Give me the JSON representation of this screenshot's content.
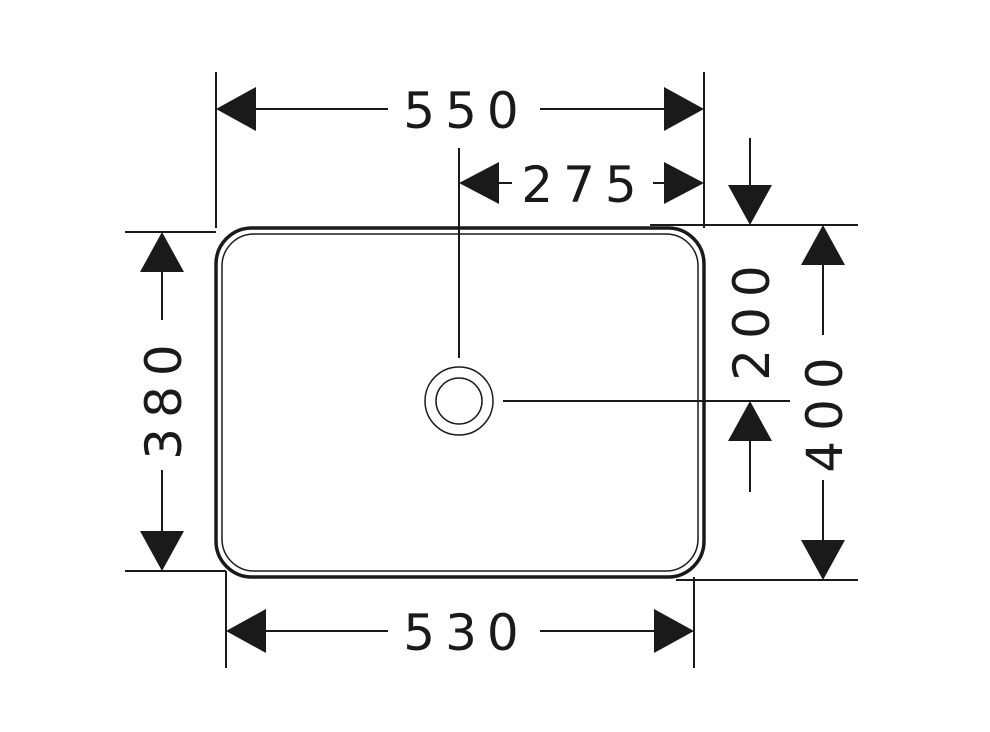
{
  "dimensions": {
    "overall_width": "550",
    "half_width": "275",
    "drain_offset": "200",
    "overall_depth": "400",
    "inner_depth": "380",
    "bottom_width": "530"
  }
}
